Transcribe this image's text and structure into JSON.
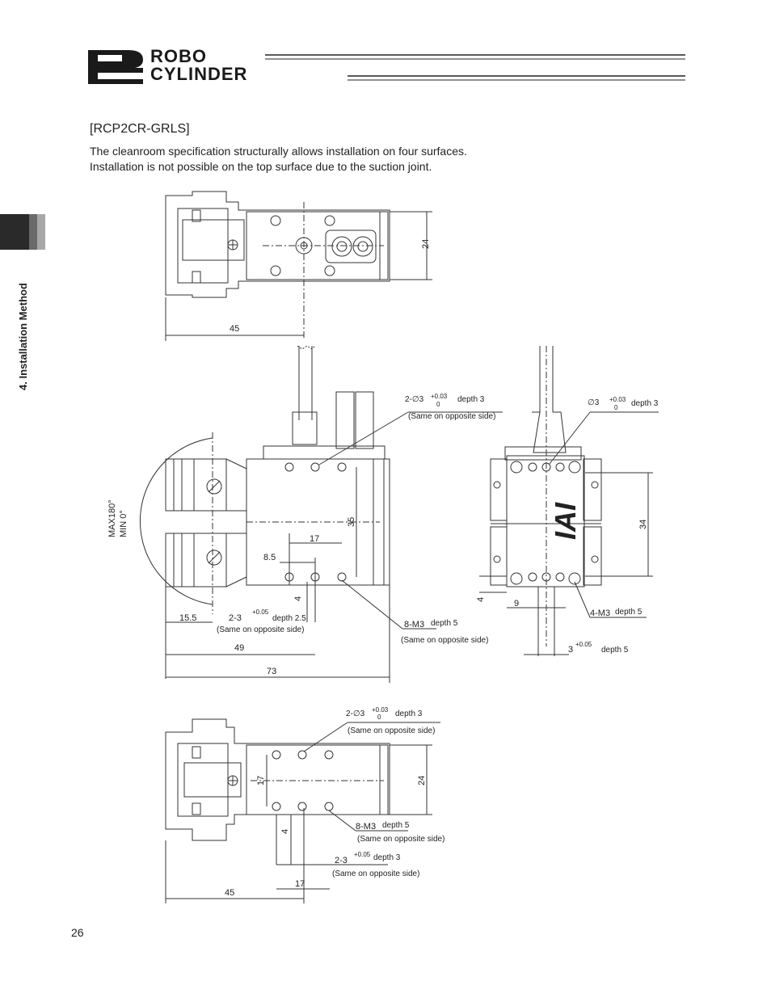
{
  "header": {
    "logo_line1": "ROBO",
    "logo_line2": "CYLINDER"
  },
  "side_tab": {
    "label": "4. Installation Method"
  },
  "section": {
    "title": "[RCP2CR-GRLS]",
    "description_line1": "The cleanroom specification structurally allows installation on four surfaces.",
    "description_line2": "Installation is not possible on the top surface due to the suction joint."
  },
  "drawing": {
    "top_view": {
      "dim_45": "45",
      "dim_24": "24"
    },
    "front_view": {
      "hole_2_phi3": "2-∅3",
      "tol_plus": "+0.03",
      "tol_zero": "0",
      "depth3": "depth 3",
      "same_opposite": "(Same on opposite side)",
      "angle_label": "MAX180°\nMIN  0°",
      "angle_max": "MAX180°",
      "angle_min": "MIN  0°",
      "dim_35": "35",
      "dim_17": "17",
      "dim_8_5": "8.5",
      "dim_4": "4",
      "dim_15_5": "15.5",
      "hole_2_3": "2-3",
      "tol_005": "+0.05",
      "depth2_5": "depth 2.5",
      "same_opposite_2": "(Same on opposite side)",
      "dim_49": "49",
      "dim_73": "73",
      "tap_8m3": "8-M3",
      "depth5": "depth 5",
      "same_opposite_3": "(Same on opposite side)"
    },
    "side_view": {
      "hole_phi3": "∅3",
      "tol_plus": "+0.03",
      "tol_zero": "0",
      "depth3": "depth 3",
      "brand": "IAI",
      "dim_34": "34",
      "dim_4": "4",
      "dim_9": "9",
      "tap_4m3": "4-M3",
      "depth5": "depth 5",
      "hole_3": "3",
      "tol_005": "+0.05",
      "depth5b": "depth 5"
    },
    "bottom_view": {
      "hole_2_phi3": "2-∅3",
      "tol_plus": "+0.03",
      "tol_zero": "0",
      "depth3": "depth 3",
      "same_opposite": "(Same on opposite side)",
      "dim_17v": "17",
      "dim_24": "24",
      "dim_4": "4",
      "tap_8m3": "8-M3",
      "depth5": "depth 5",
      "same_opposite_2": "(Same on opposite side)",
      "hole_2_3": "2-3",
      "tol_005": "+0.05",
      "depth3b": "depth 3",
      "same_opposite_3": "(Same on opposite side)",
      "dim_45": "45",
      "dim_17": "17"
    }
  },
  "footer": {
    "page_number": "26"
  }
}
